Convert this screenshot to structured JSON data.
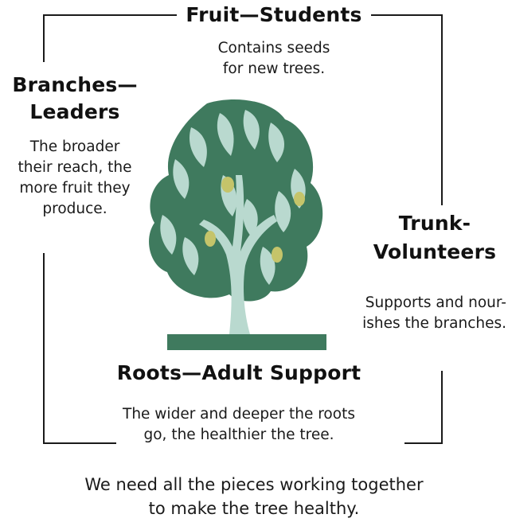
{
  "fruit": {
    "title": "Fruit—Students",
    "desc": [
      "Contains seeds",
      "for new trees."
    ]
  },
  "branches": {
    "title": [
      "Branches—",
      "Leaders"
    ],
    "desc": [
      "The broader",
      "their reach, the",
      "more fruit they",
      "produce."
    ]
  },
  "trunk": {
    "title": [
      "Trunk-",
      "Volunteers"
    ],
    "desc": [
      "Supports and nour-",
      "ishes the branches."
    ]
  },
  "roots": {
    "title": "Roots—Adult Support",
    "desc": [
      "The wider and deeper the roots",
      "go, the healthier the tree."
    ]
  },
  "footer": [
    "We need all the pieces working together",
    "to make the tree healthy."
  ],
  "colors": {
    "tree_dark": "#3f7a5e",
    "tree_light": "#b9d9cf",
    "fruit": "#c5c46a",
    "ground": "#3f7a5e"
  }
}
